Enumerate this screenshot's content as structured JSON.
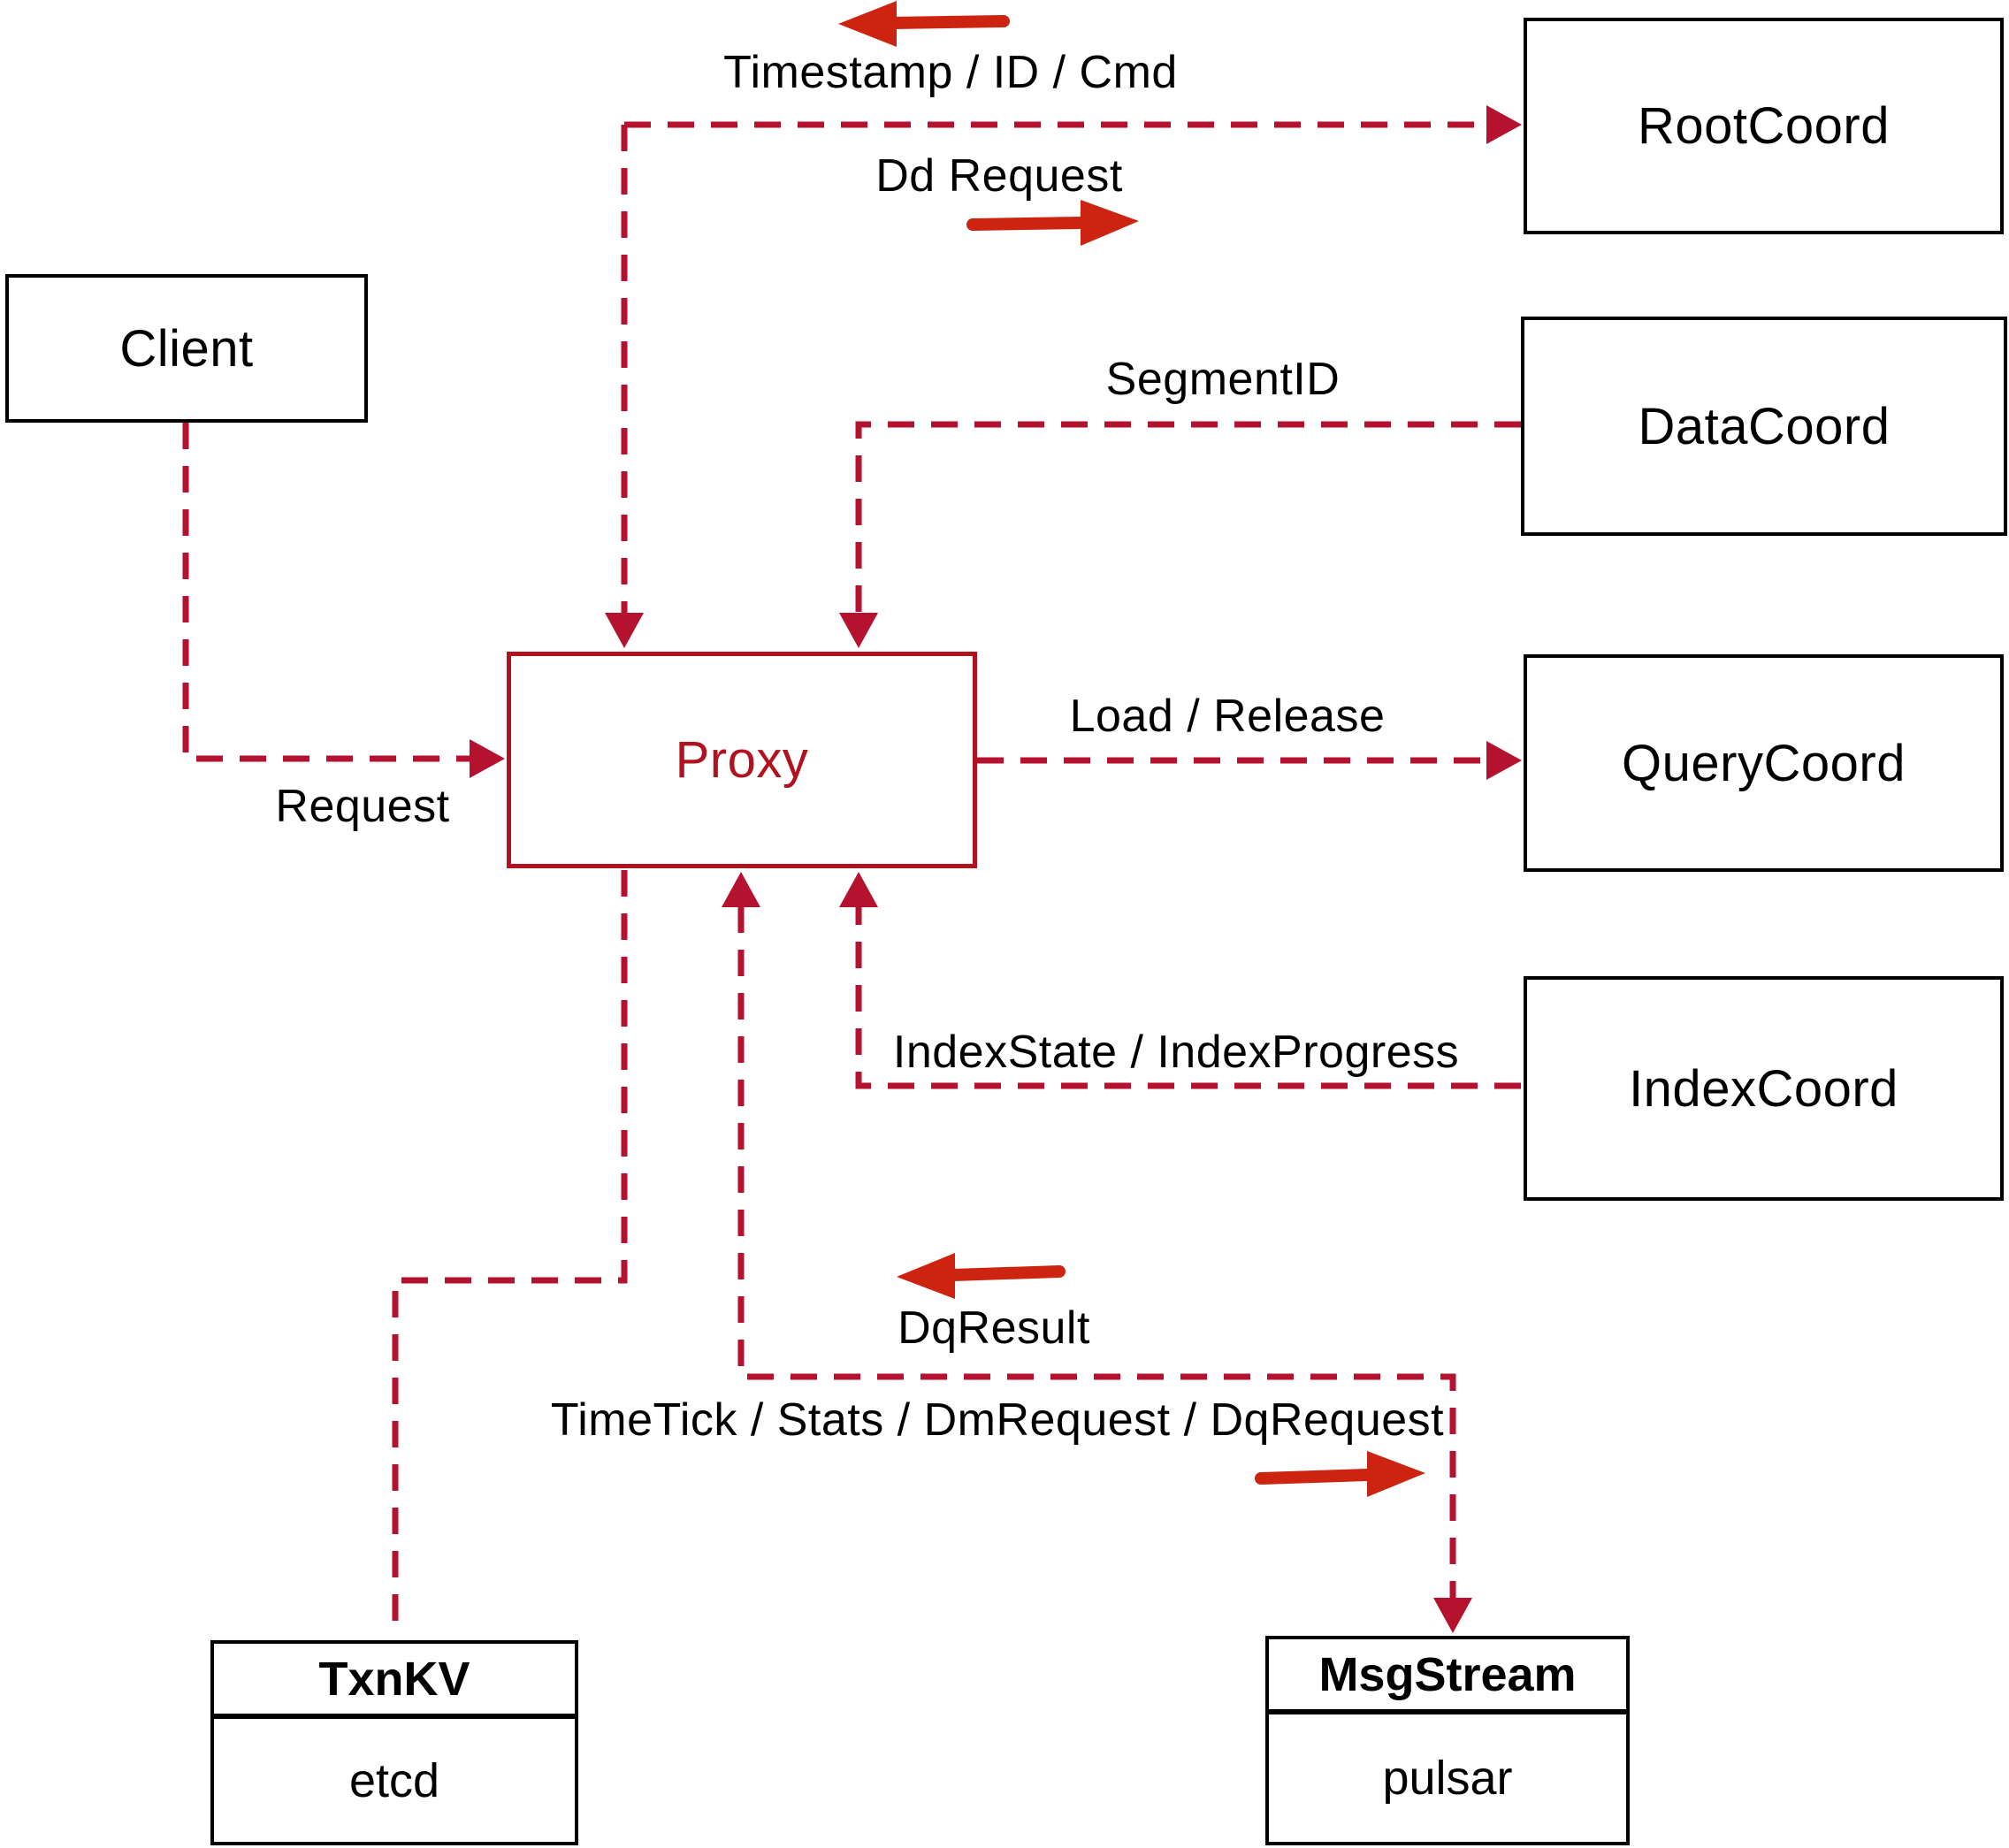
{
  "diagram": {
    "title": "proxy-architecture-diagram",
    "nodes": {
      "client": {
        "label": "Client"
      },
      "proxy": {
        "label": "Proxy"
      },
      "root_coord": {
        "label": "RootCoord"
      },
      "data_coord": {
        "label": "DataCoord"
      },
      "query_coord": {
        "label": "QueryCoord"
      },
      "index_coord": {
        "label": "IndexCoord"
      },
      "txn_kv": {
        "title": "TxnKV",
        "subtitle": "etcd"
      },
      "msg_stream": {
        "title": "MsgStream",
        "subtitle": "pulsar"
      }
    },
    "edge_labels": {
      "timestamp_id_cmd": "Timestamp / ID / Cmd",
      "dd_request": "Dd Request",
      "segment_id": "SegmentID",
      "load_release": "Load / Release",
      "index_state": "IndexState / IndexProgress",
      "request": "Request",
      "dq_result": "DqResult",
      "time_tick": "TimeTick / Stats / DmRequest / DqRequest"
    },
    "colors": {
      "dashed_line": "#b5122f",
      "solid_arrow": "#cc2410",
      "proxy_accent": "#b01220",
      "box_border": "#000000",
      "text": "#000000",
      "background": "#ffffff"
    }
  }
}
